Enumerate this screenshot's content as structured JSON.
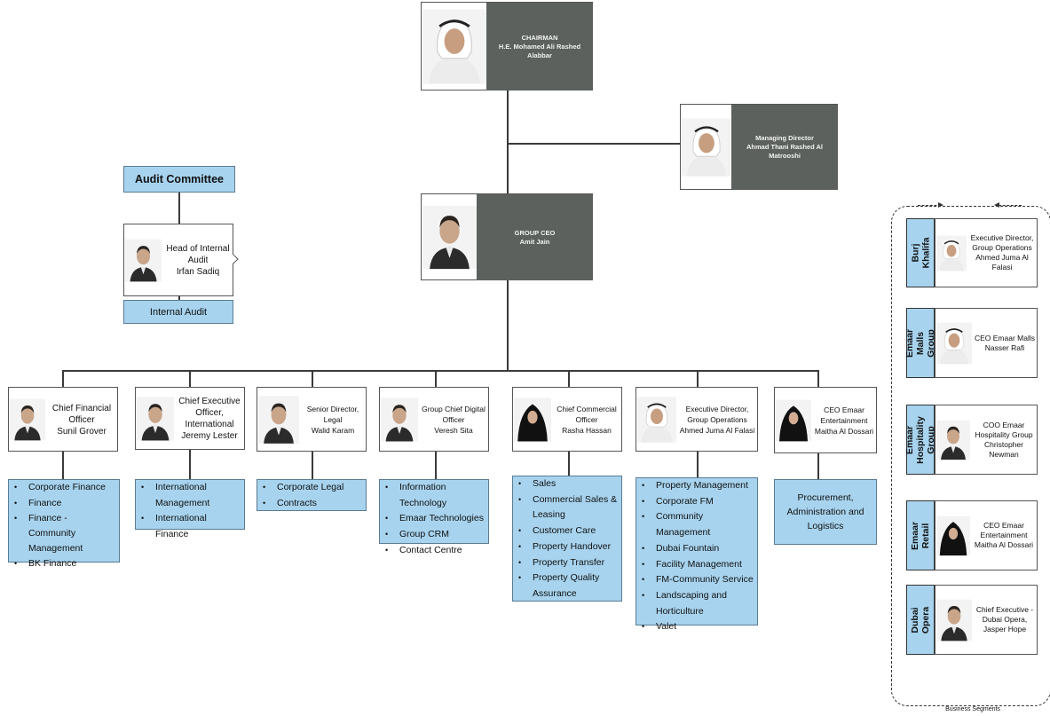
{
  "chairman": {
    "title": "CHAIRMAN",
    "name": "H.E. Mohamed Ali Rashed Alabbar"
  },
  "managing_director": {
    "title": "Managing Director",
    "name": "Ahmad Thani Rashed Al Matrooshi"
  },
  "group_ceo": {
    "title": "GROUP CEO",
    "name": "Amit Jain"
  },
  "audit": {
    "committee": "Audit Committee",
    "head_title_1": "Head of Internal",
    "head_title_2": "Audit",
    "head_name": "Irfan Sadiq",
    "department": "Internal Audit"
  },
  "executives": [
    {
      "title_1": "Chief Financial",
      "title_2": "Officer",
      "title_3": "",
      "name": "Sunil Grover",
      "items": [
        "Corporate Finance",
        "Finance",
        "Finance - Community Management",
        "BK Finance"
      ]
    },
    {
      "title_1": "Chief Executive",
      "title_2": "Officer,",
      "title_3": "International",
      "name": "Jeremy Lester",
      "items": [
        "International Management",
        "International Finance"
      ]
    },
    {
      "title_1": "Senior Director,",
      "title_2": "Legal",
      "title_3": "",
      "name": "Walid Karam",
      "items": [
        "Corporate Legal",
        "Contracts"
      ]
    },
    {
      "title_1": "Group Chief Digital",
      "title_2": "Officer",
      "title_3": "",
      "name": "Veresh Sita",
      "items": [
        "Information Technology",
        "Emaar Technologies",
        "Group CRM",
        "Contact Centre"
      ]
    },
    {
      "title_1": "Chief Commercial",
      "title_2": "Officer",
      "title_3": "",
      "name": "Rasha Hassan",
      "items": [
        "Sales",
        "Commercial Sales & Leasing",
        "Customer Care",
        "Property Handover",
        "Property Transfer",
        "Property Quality Assurance"
      ]
    },
    {
      "title_1": "Executive Director,",
      "title_2": "Group Operations",
      "title_3": "",
      "name": "Ahmed Juma Al Falasi",
      "items": [
        "Property Management",
        "Corporate FM",
        "Community Management",
        "Dubai Fountain",
        "Facility Management",
        "FM-Community Service",
        "Landscaping and Horticulture",
        "Valet"
      ]
    },
    {
      "title_1": "CEO Emaar",
      "title_2": "Entertainment",
      "title_3": "",
      "name": "Maitha Al Dossari",
      "text_box": "Procurement, Administration and Logistics"
    }
  ],
  "business_segments": {
    "caption": "Business Segments",
    "segments": [
      {
        "label": "Burj\nKhalifa",
        "line_1": "Executive Director,",
        "line_2": "Group Operations",
        "line_3": "Ahmed Juma Al",
        "line_4": "Falasi"
      },
      {
        "label": "Emaar\nMalls\nGroup",
        "line_1": "CEO Emaar Malls",
        "line_2": "Nasser Rafi",
        "line_3": "",
        "line_4": ""
      },
      {
        "label": "Emaar\nHospitality\nGroup",
        "line_1": "COO Emaar",
        "line_2": "Hospitality Group",
        "line_3": "Christopher",
        "line_4": "Newman"
      },
      {
        "label": "Emaar\nRetail",
        "line_1": "CEO Emaar",
        "line_2": "Entertainment",
        "line_3": "Maitha Al Dossari",
        "line_4": ""
      },
      {
        "label": "Dubai\nOpera",
        "line_1": "Chief Executive -",
        "line_2": "Dubai Opera,",
        "line_3": "Jasper Hope",
        "line_4": ""
      }
    ]
  },
  "colors": {
    "dark_panel": "#5c615d",
    "light_blue": "#a7d3ee",
    "line": "#3a3a3a"
  }
}
